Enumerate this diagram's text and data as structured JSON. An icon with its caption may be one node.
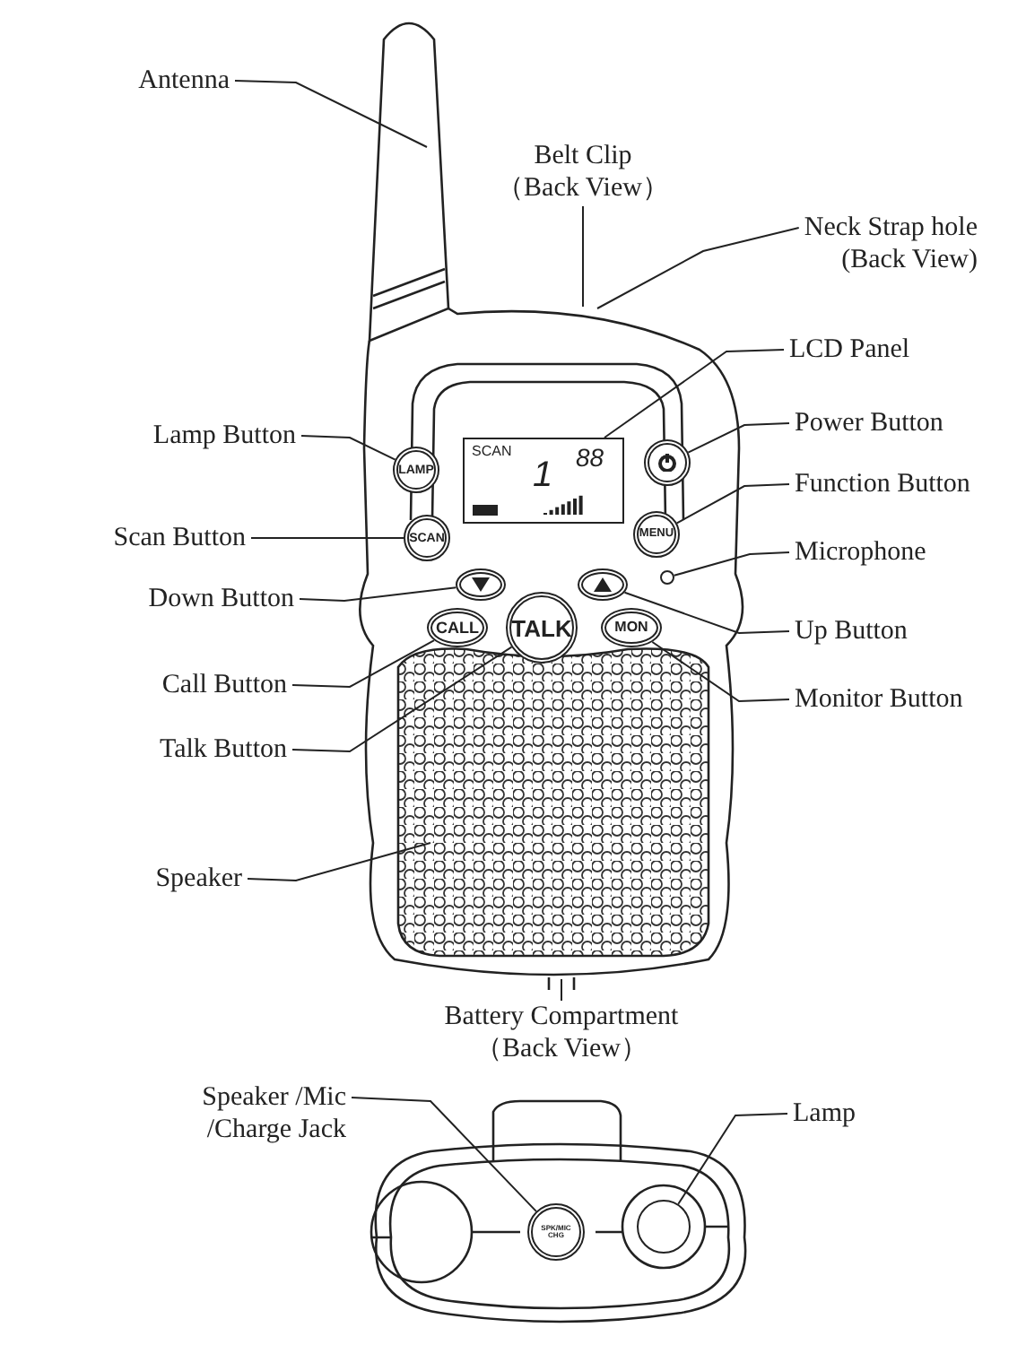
{
  "diagram": {
    "nodes": [
      {
        "text": [
          "Antenna"
        ]
      },
      {
        "text": [
          "Belt Clip",
          "（Back View）"
        ]
      },
      {
        "text": [
          "Neck Strap hole",
          "(Back View)"
        ]
      },
      {
        "text": [
          "LCD Panel"
        ]
      },
      {
        "text": [
          "Lamp Button"
        ]
      },
      {
        "text": [
          "Power Button"
        ]
      },
      {
        "text": [
          "Function Button"
        ]
      },
      {
        "text": [
          "Scan Button"
        ]
      },
      {
        "text": [
          "Microphone"
        ]
      },
      {
        "text": [
          "Down Button"
        ]
      },
      {
        "text": [
          "Up Button"
        ]
      },
      {
        "text": [
          "Call Button"
        ]
      },
      {
        "text": [
          "Monitor Button"
        ]
      },
      {
        "text": [
          "Talk Button"
        ]
      },
      {
        "text": [
          "Speaker"
        ]
      },
      {
        "text": [
          "Battery Compartment",
          "（Back View）"
        ]
      },
      {
        "text": [
          "Speaker /Mic /Charge Jack"
        ]
      },
      {
        "text": [
          "Lamp"
        ]
      },
      {
        "text": [
          "SCAN",
          "1",
          "88"
        ]
      },
      {
        "text": [
          "LAMP"
        ]
      },
      {
        "text": [],
        "shape": "button"
      },
      {
        "text": [
          "SCAN"
        ]
      },
      {
        "text": [
          "MENU"
        ]
      },
      {
        "text": [],
        "shape": "circle"
      },
      {
        "text": [],
        "shape": "button"
      },
      {
        "text": [],
        "shape": "button"
      },
      {
        "text": [
          "CALL"
        ]
      },
      {
        "text": [
          "TALK"
        ]
      },
      {
        "text": [
          "MON"
        ]
      },
      {
        "text": [
          "SPK/MIC CHG"
        ]
      },
      {
        "text": [],
        "shape": "circle"
      }
    ],
    "edges": [
      {
        "from": 0,
        "to": null,
        "arrow": "none"
      },
      {
        "from": 1,
        "to": null,
        "arrow": "none"
      },
      {
        "from": 2,
        "to": null,
        "arrow": "none"
      },
      {
        "from": 3,
        "to": 18,
        "arrow": "none"
      },
      {
        "from": 4,
        "to": 19,
        "arrow": "none"
      },
      {
        "from": 5,
        "to": 20,
        "arrow": "none"
      },
      {
        "from": 6,
        "to": 22,
        "arrow": "none"
      },
      {
        "from": 7,
        "to": 21,
        "arrow": "none"
      },
      {
        "from": 8,
        "to": 23,
        "arrow": "none"
      },
      {
        "from": 9,
        "to": 24,
        "arrow": "none"
      },
      {
        "from": 10,
        "to": 25,
        "arrow": "none"
      },
      {
        "from": 11,
        "to": 26,
        "arrow": "none"
      },
      {
        "from": 12,
        "to": 28,
        "arrow": "none"
      },
      {
        "from": 13,
        "to": 27,
        "arrow": "none"
      },
      {
        "from": 14,
        "to": null,
        "arrow": "none"
      },
      {
        "from": 15,
        "to": null,
        "arrow": "none"
      },
      {
        "from": 16,
        "to": 29,
        "arrow": "none"
      },
      {
        "from": 17,
        "to": 30,
        "arrow": "none"
      }
    ]
  }
}
